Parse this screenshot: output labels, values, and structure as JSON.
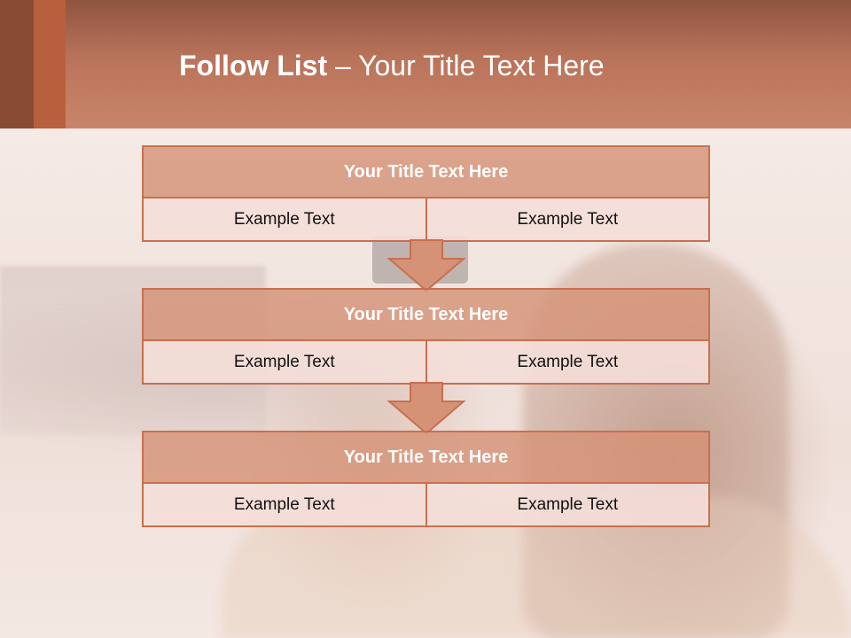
{
  "colors": {
    "accent": "#c8704f",
    "header_dark": "#8e5540",
    "header_light": "#c9856a",
    "title_fill": "#d69277",
    "cell_fill": "#f4ded8"
  },
  "header": {
    "title_bold": "Follow List",
    "title_rest": " – Your Title Text Here"
  },
  "blocks": [
    {
      "title": "Your Title Text Here",
      "left": "Example Text",
      "right": "Example Text"
    },
    {
      "title": "Your Title Text Here",
      "left": "Example Text",
      "right": "Example Text"
    },
    {
      "title": "Your Title Text Here",
      "left": "Example Text",
      "right": "Example Text"
    }
  ],
  "arrows": [
    {
      "icon": "down-arrow-icon"
    },
    {
      "icon": "down-arrow-icon"
    }
  ]
}
